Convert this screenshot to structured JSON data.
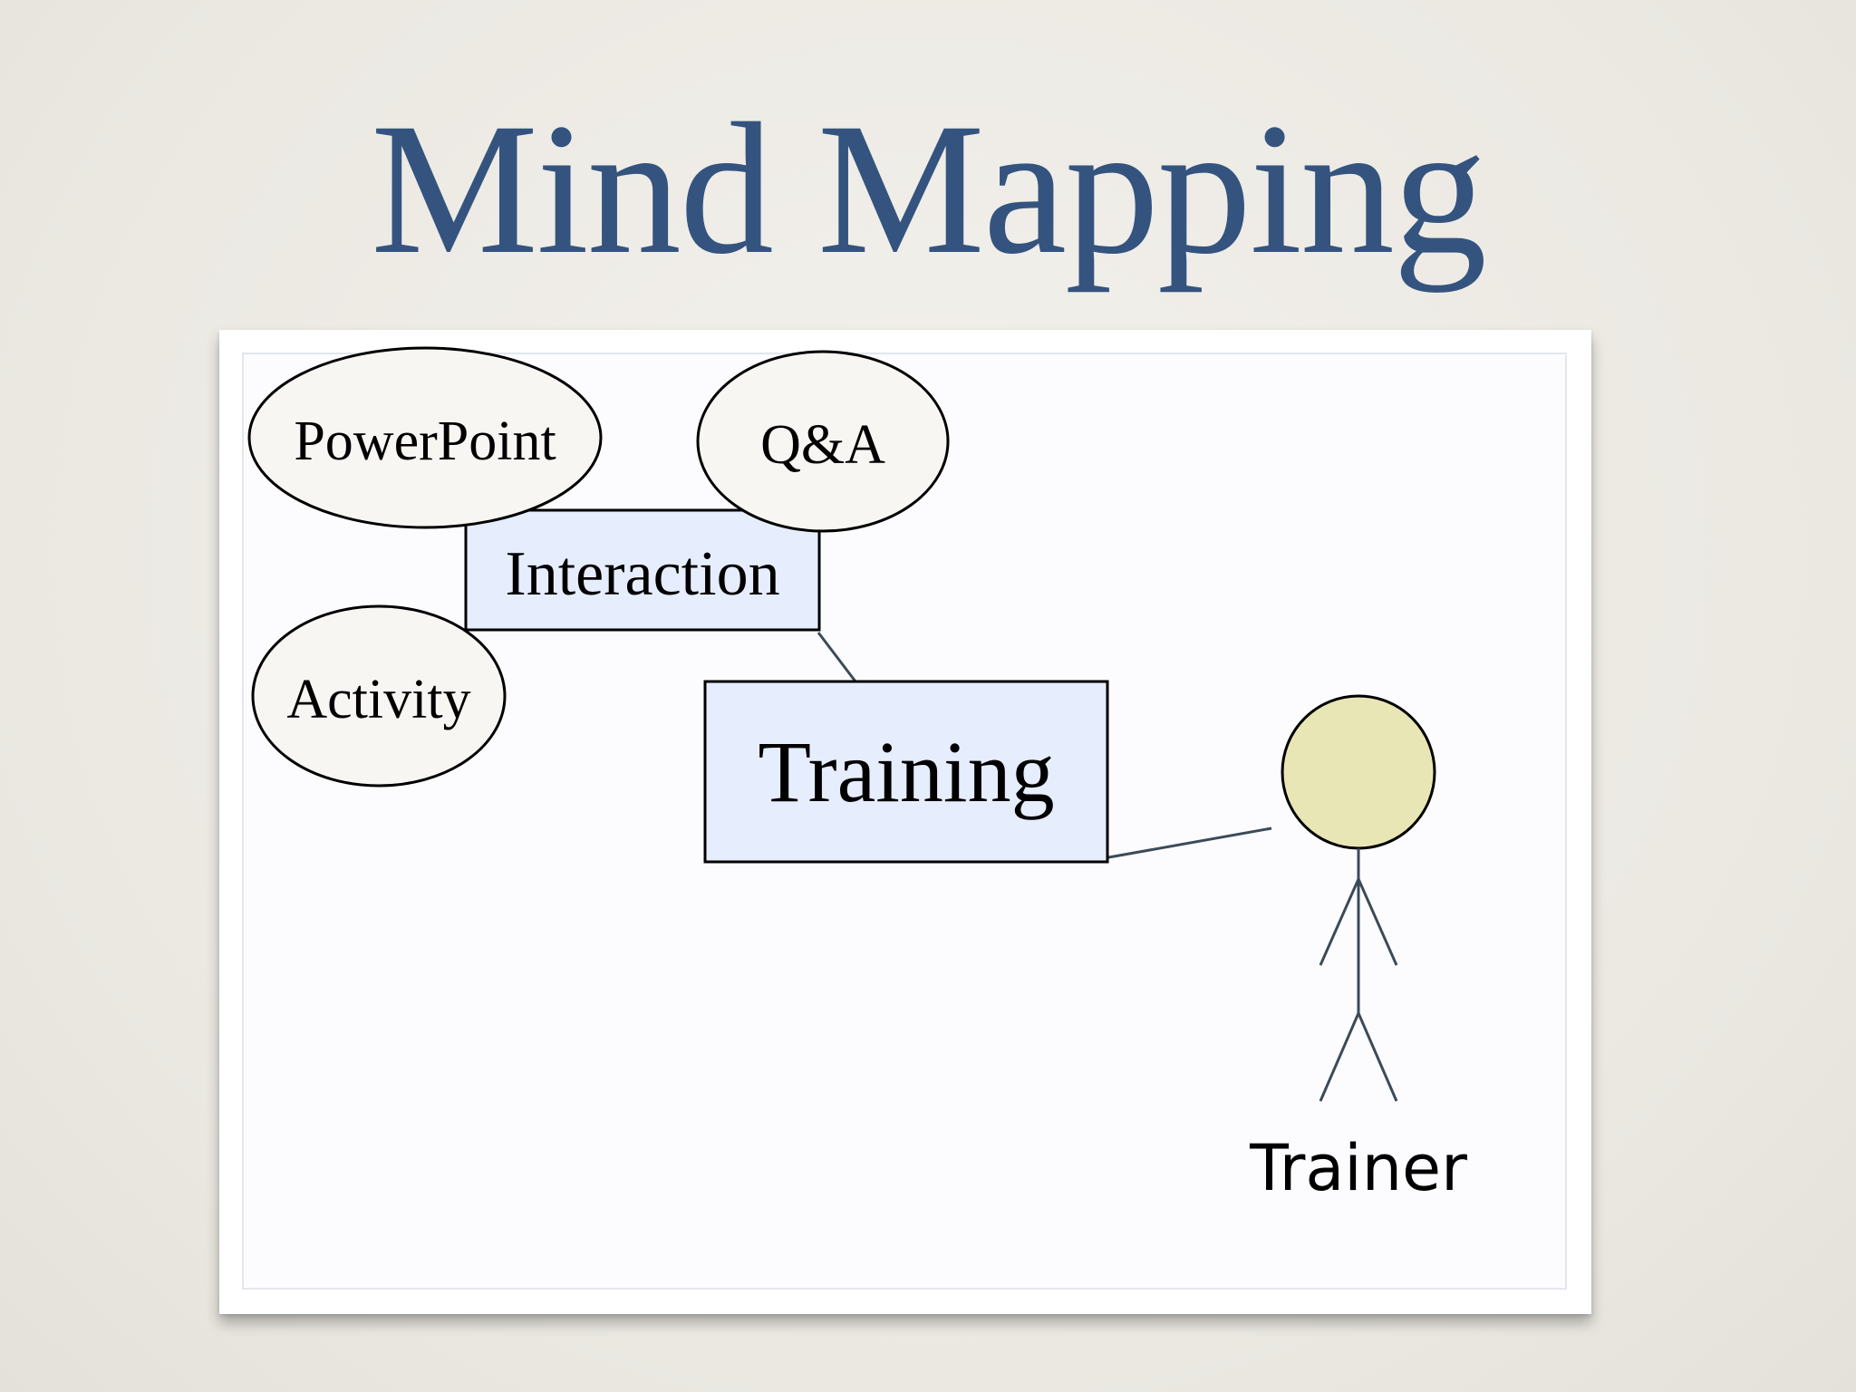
{
  "slide": {
    "title": "Mind Mapping"
  },
  "diagram": {
    "nodes": {
      "powerpoint": "PowerPoint",
      "qa": "Q&A",
      "interaction": "Interaction",
      "activity": "Activity",
      "training": "Training"
    },
    "actor": {
      "label": "Trainer"
    },
    "colors": {
      "title": "#34547f",
      "box_fill": "#e6edfd",
      "ellipse_fill": "#f7f6f3",
      "actor_head": "#e9e6b6",
      "connector": "#3c4a58"
    }
  }
}
